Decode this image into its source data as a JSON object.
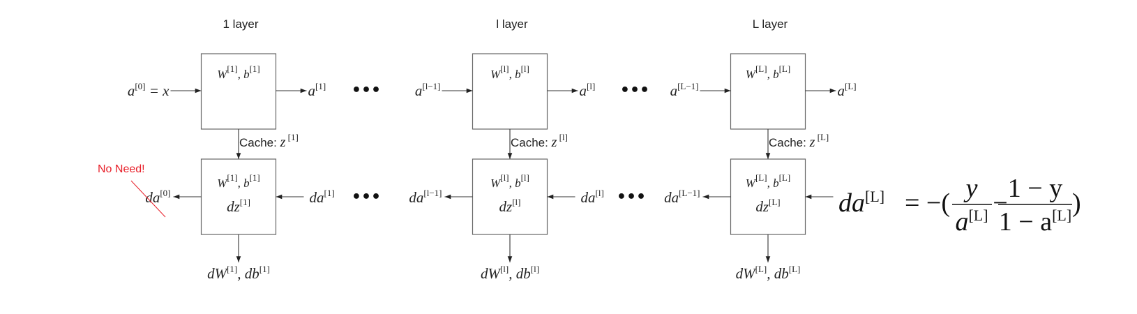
{
  "layers": [
    {
      "title": "1 layer",
      "forward_in": {
        "base": "a",
        "sup": "[0]",
        "tail": " = x"
      },
      "forward_box": {
        "w": "W",
        "wsup": "[1]",
        "b": ", b",
        "bsup": "[1]"
      },
      "forward_out": {
        "base": "a",
        "sup": "[1]"
      },
      "cache": {
        "label": "Cache: ",
        "var": "z",
        "sup": "[1]"
      },
      "backward_box": {
        "w": "W",
        "wsup": "[1]",
        "b": ", b",
        "bsup": "[1]",
        "dz": "dz",
        "dzsup": "[1]"
      },
      "backward_out": {
        "base": "da",
        "sup": "[0]"
      },
      "backward_in": {
        "base": "da",
        "sup": "[1]"
      },
      "grads": {
        "dw": "dW",
        "dwsup": "[1]",
        "db": ", db",
        "dbsup": "[1]"
      }
    },
    {
      "title": "l layer",
      "forward_in": {
        "base": "a",
        "sup": "[l−1]",
        "tail": ""
      },
      "forward_box": {
        "w": "W",
        "wsup": "[l]",
        "b": ", b",
        "bsup": "[l]"
      },
      "forward_out": {
        "base": "a",
        "sup": "[l]"
      },
      "cache": {
        "label": "Cache: ",
        "var": "z",
        "sup": "[l]"
      },
      "backward_box": {
        "w": "W",
        "wsup": "[l]",
        "b": ", b",
        "bsup": "[l]",
        "dz": "dz",
        "dzsup": "[l]"
      },
      "backward_out": {
        "base": "da",
        "sup": "[l−1]"
      },
      "backward_in": {
        "base": "da",
        "sup": "[l]"
      },
      "grads": {
        "dw": "dW",
        "dwsup": "[l]",
        "db": ", db",
        "dbsup": "[l]"
      }
    },
    {
      "title": "L layer",
      "forward_in": {
        "base": "a",
        "sup": "[L−1]",
        "tail": ""
      },
      "forward_box": {
        "w": "W",
        "wsup": "[L]",
        "b": ", b",
        "bsup": "[L]"
      },
      "forward_out": {
        "base": "a",
        "sup": "[L]"
      },
      "cache": {
        "label": "Cache: ",
        "var": "z",
        "sup": "[L]"
      },
      "backward_box": {
        "w": "W",
        "wsup": "[L]",
        "b": ", b",
        "bsup": "[L]",
        "dz": "dz",
        "dzsup": "[L]"
      },
      "backward_out": {
        "base": "da",
        "sup": "[L−1]"
      },
      "backward_in": null,
      "grads": {
        "dw": "dW",
        "dwsup": "[L]",
        "db": ", db",
        "dbsup": "[L]"
      }
    }
  ],
  "ellipsis": "•••",
  "annotation": {
    "text": "No Need!",
    "color": "#e8202a"
  },
  "formula": {
    "lhs": "da",
    "lhs_sup": "[L]",
    "eq": "= −(",
    "num1": "y",
    "den1": "a",
    "den1_sup": "[L]",
    "minus": "−",
    "num2": "1 − y",
    "den2": "1 − a",
    "den2_sup": "[L]",
    "close": ")"
  }
}
